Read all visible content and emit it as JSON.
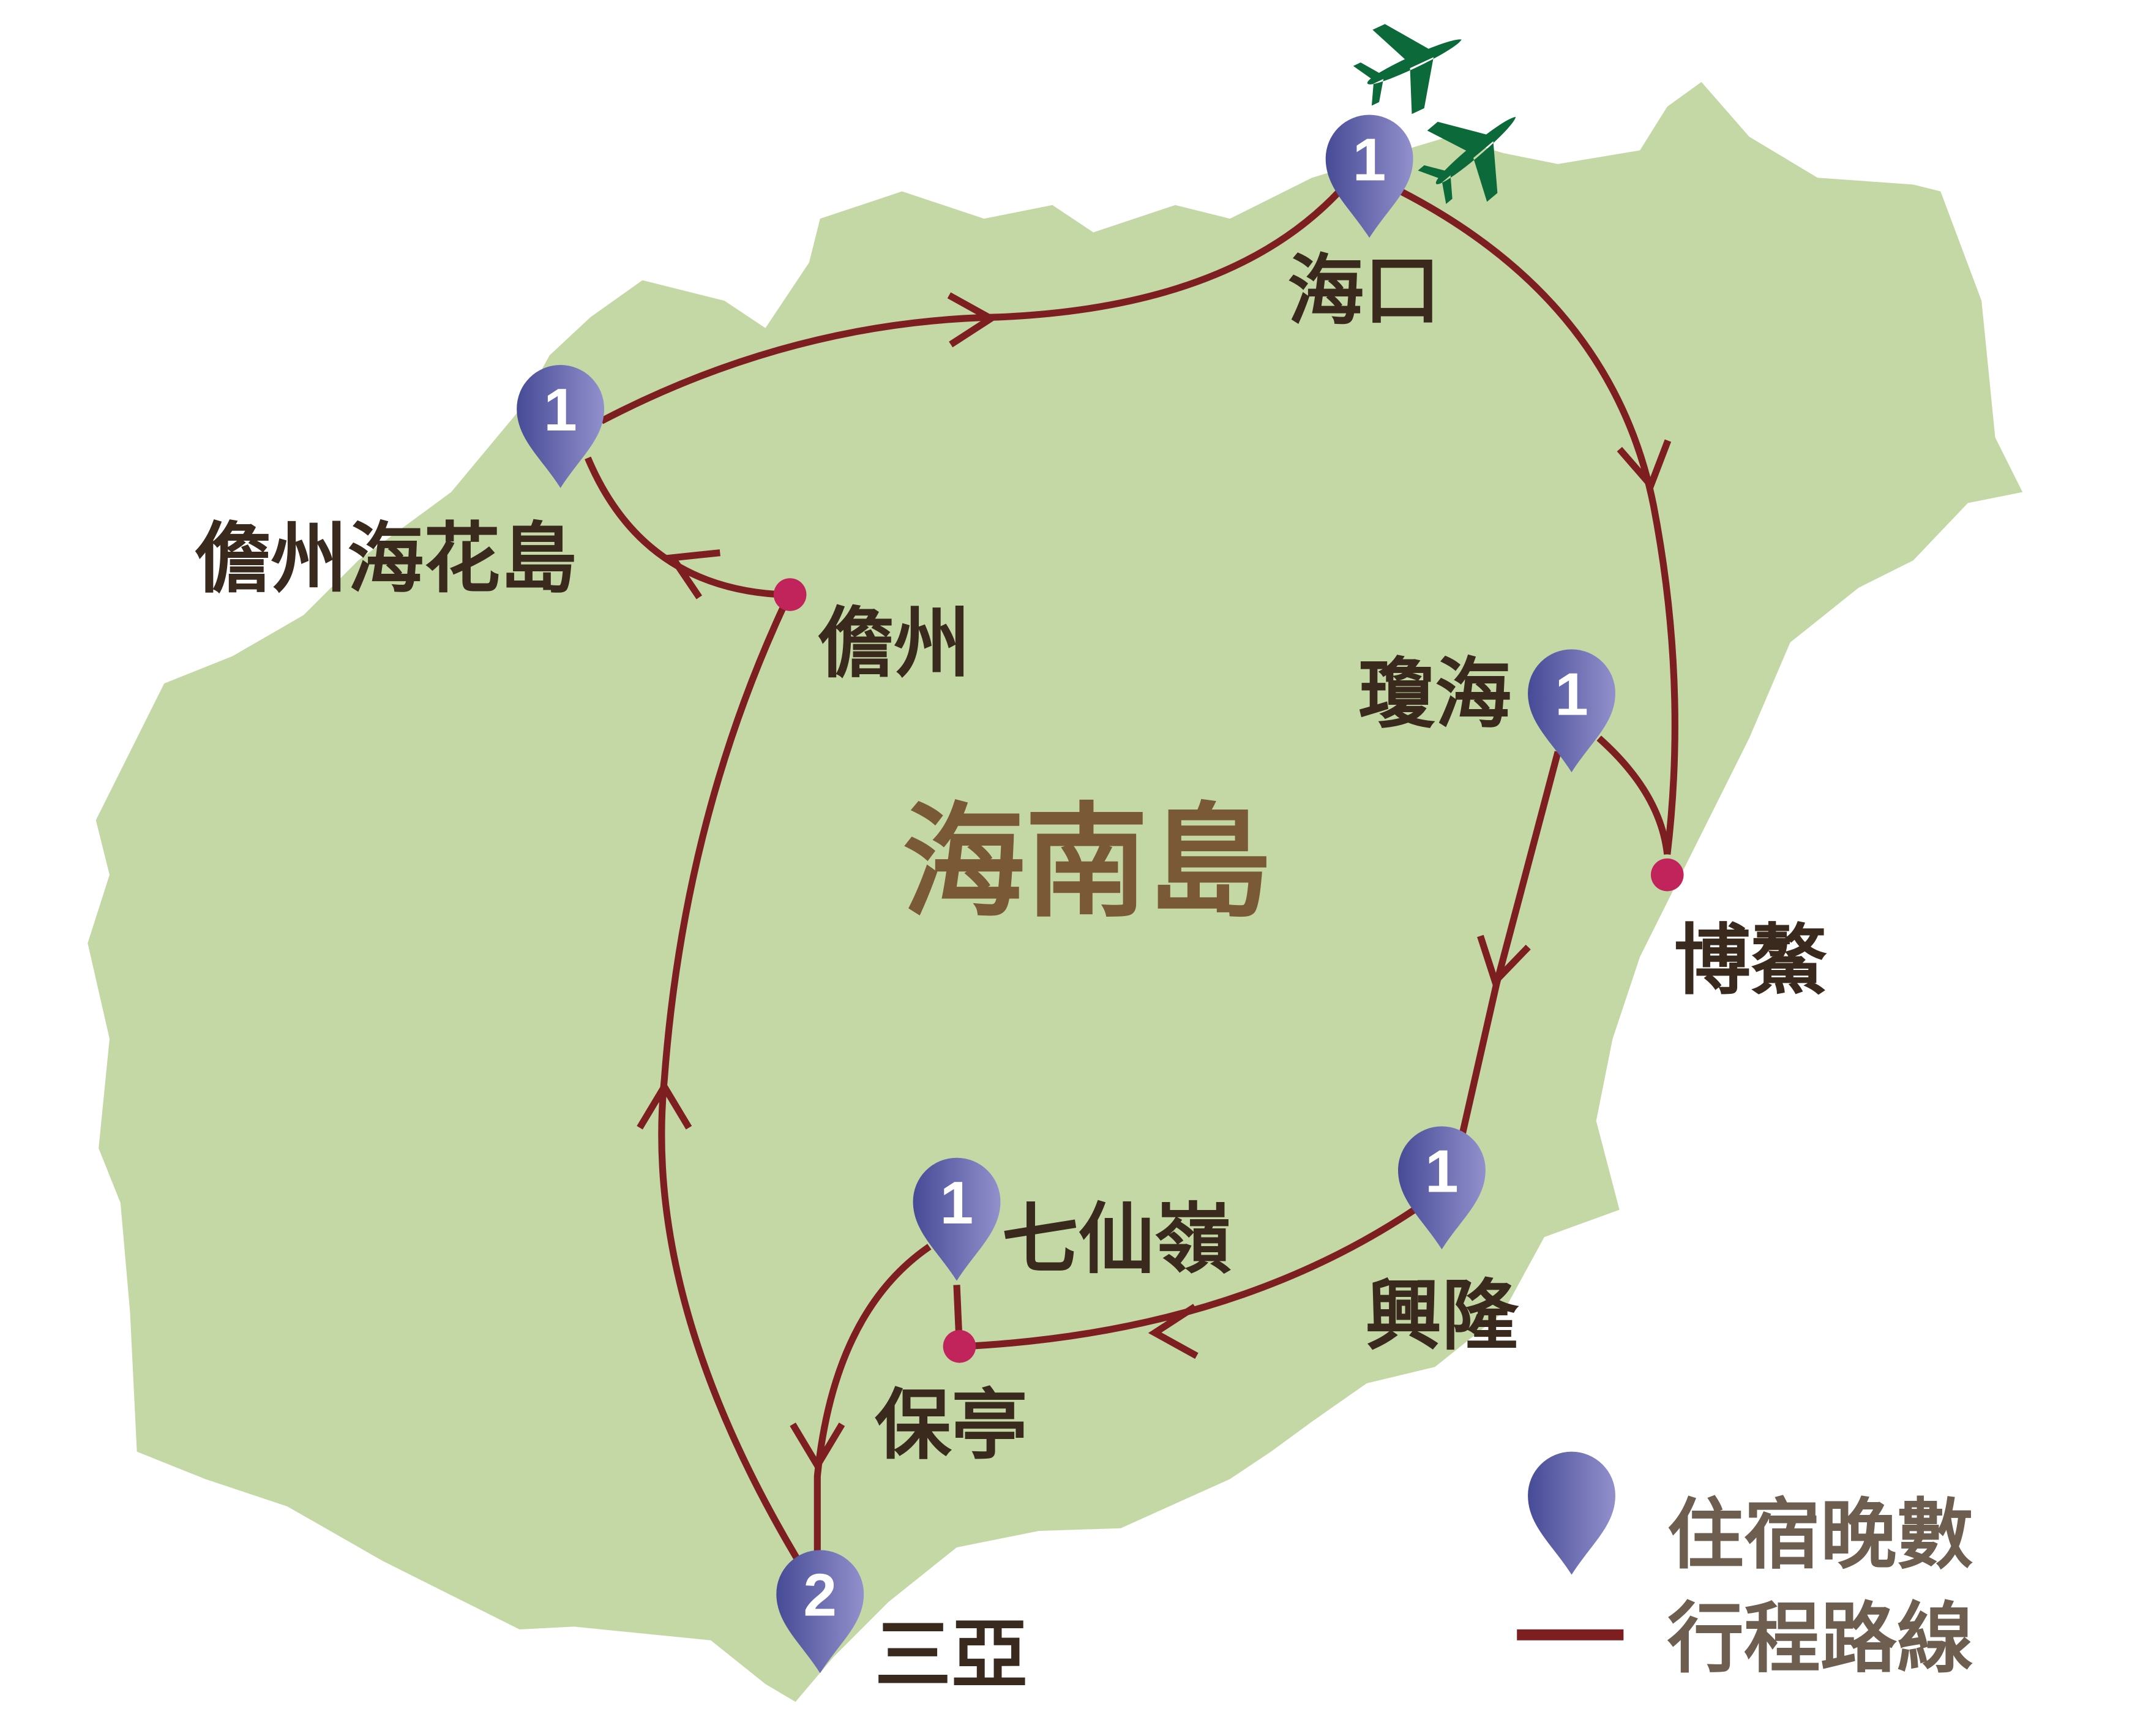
{
  "map_title": "海南島",
  "colors": {
    "land": "#c4d8a6",
    "route": "#7d1e20",
    "pin_dark": "#4a4e98",
    "pin_light": "#8c8ac6",
    "dot": "#c0245a",
    "plane": "#0c6a3a",
    "label": "#3a2a1e",
    "title": "#7a5a36"
  },
  "stops": [
    {
      "name": "海口",
      "nights": "1"
    },
    {
      "name": "儋州海花島",
      "nights": "1"
    },
    {
      "name": "瓊海",
      "nights": "1"
    },
    {
      "name": "興隆",
      "nights": "1"
    },
    {
      "name": "七仙嶺",
      "nights": "1"
    },
    {
      "name": "三亞",
      "nights": "2"
    }
  ],
  "waypoints": [
    {
      "name": "儋州"
    },
    {
      "name": "博鰲"
    },
    {
      "name": "保亭"
    }
  ],
  "legend": {
    "nights_label": "住宿晚數",
    "route_label": "行程路線"
  }
}
